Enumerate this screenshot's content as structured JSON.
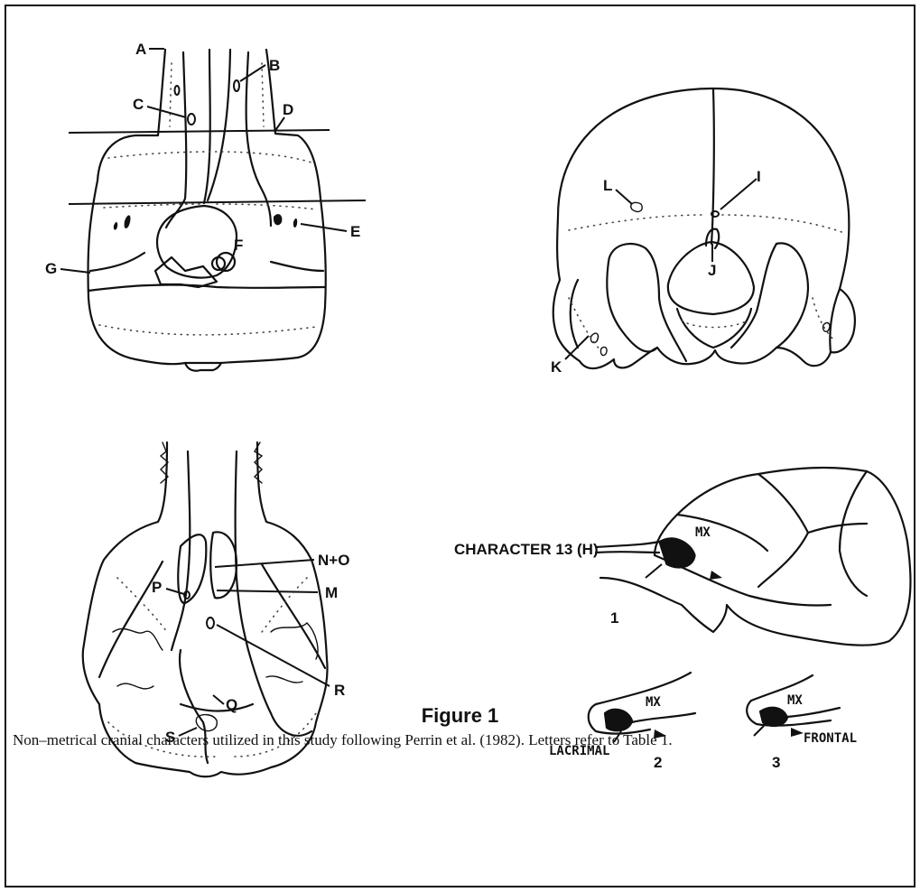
{
  "figure": {
    "title": "Figure 1",
    "caption": "Non–metrical cranial characters utilized in this study following Perrin et al. (1982). Letters refer to Table 1."
  },
  "panels": {
    "dorsal": {
      "labels": [
        "A",
        "B",
        "C",
        "D",
        "E",
        "F",
        "G"
      ]
    },
    "posterior": {
      "labels": [
        "I",
        "J",
        "K",
        "L"
      ]
    },
    "ventral": {
      "labels": [
        "M",
        "N+O",
        "P",
        "Q",
        "R",
        "S"
      ]
    },
    "lateral": {
      "heading": "CHARACTER 13 (H)",
      "label_mx": "MX",
      "state_1": "1",
      "state_2": "2",
      "state_3": "3",
      "label_lacrimal": "LACRIMAL",
      "label_frontal": "FRONTAL"
    }
  }
}
